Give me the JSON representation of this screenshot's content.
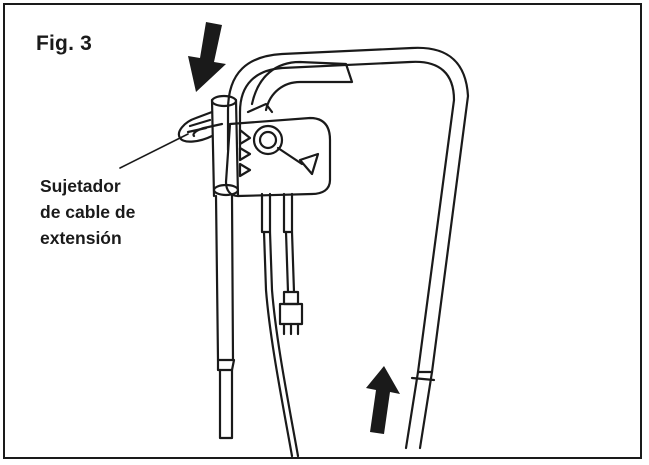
{
  "figure": {
    "label": "Fig. 3"
  },
  "callout": {
    "lines": [
      "Sujetador",
      "de cable de",
      "extensión"
    ]
  },
  "colors": {
    "ink": "#1a1a1a",
    "paper": "#ffffff"
  },
  "icons": {
    "arrow_down": "arrow-down-icon",
    "arrow_up": "arrow-up-icon"
  }
}
